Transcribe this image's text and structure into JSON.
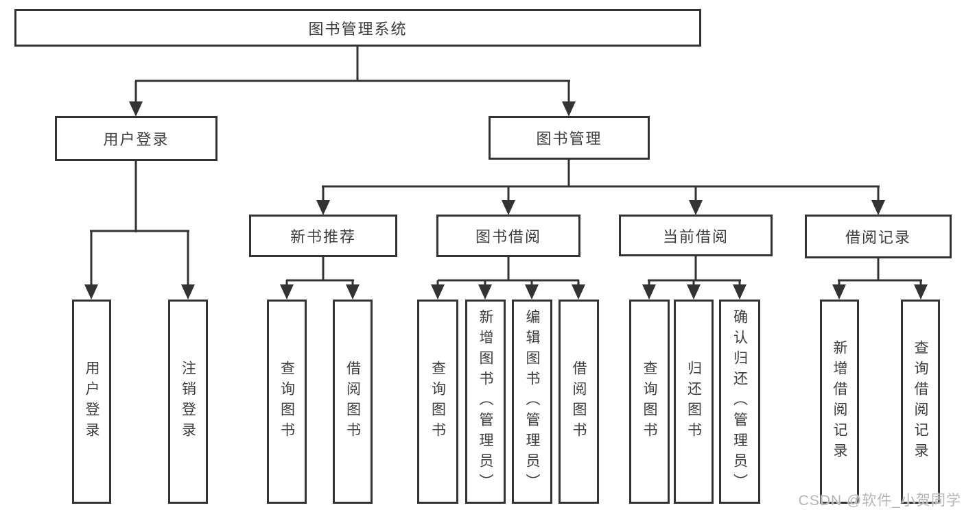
{
  "tree": {
    "label": "图书管理系统",
    "children": [
      {
        "label": "用户登录",
        "children": [
          {
            "label": "用户登录"
          },
          {
            "label": "注销登录"
          }
        ]
      },
      {
        "label": "图书管理",
        "children": [
          {
            "label": "新书推荐",
            "children": [
              {
                "label": "查询图书"
              },
              {
                "label": "借阅图书"
              }
            ]
          },
          {
            "label": "图书借阅",
            "children": [
              {
                "label": "查询图书"
              },
              {
                "label": "新增图书（管理员）"
              },
              {
                "label": "编辑图书（管理员）"
              },
              {
                "label": "借阅图书"
              }
            ]
          },
          {
            "label": "当前借阅",
            "children": [
              {
                "label": "查询图书"
              },
              {
                "label": "归还图书"
              },
              {
                "label": "确认归还（管理员）"
              }
            ]
          },
          {
            "label": "借阅记录",
            "children": [
              {
                "label": "新增借阅记录"
              },
              {
                "label": "查询借阅记录"
              }
            ]
          }
        ]
      }
    ]
  },
  "watermark": {
    "text": "CSDN @软件_小贺同学"
  },
  "colors": {
    "line": "#333333",
    "box_border": "#333333",
    "text": "#3c3c3c",
    "watermark": "#b5b5b5",
    "background": "#ffffff"
  }
}
